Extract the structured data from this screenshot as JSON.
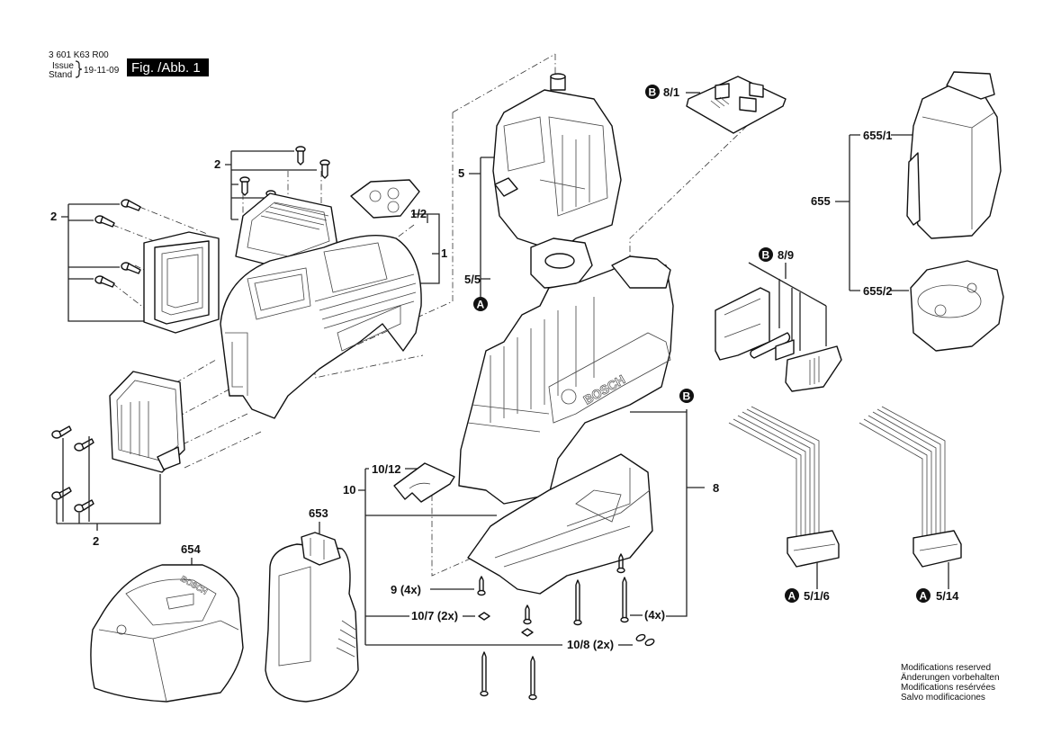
{
  "header": {
    "document_number": "3 601 K63 R00",
    "issue_label": "Issue",
    "stand_label": "Stand",
    "date": "19-11-09",
    "figure_label": "Fig. /Abb. 1"
  },
  "footer_notes": [
    "Modifications reserved",
    "Änderungen vorbehalten",
    "Modifications resérvées",
    "Salvo modificaciones"
  ],
  "part_labels": {
    "screws_top": "2",
    "screws_left": "2",
    "screws_bottom": "2",
    "cover": "1",
    "cover_plate": "1/2",
    "laser_module": "5",
    "laser_ring": "5/5",
    "pcb": "8/1",
    "holder": "8/9",
    "housing": "8",
    "cap_assembly": "655",
    "cap_top": "655/1",
    "cap_bottom": "655/2",
    "base_assembly": "10",
    "clip": "10/12",
    "base_screws": "9 (4x)",
    "pad_a": "10/7 (2x)",
    "pad_b": "10/8 (2x)",
    "long_screws": "(4x)",
    "battery": "653",
    "charger": "654",
    "cable_a": "5/1/6",
    "cable_b": "5/14"
  },
  "badges": {
    "a": "A",
    "b": "B"
  },
  "brand_text": "BOSCH"
}
